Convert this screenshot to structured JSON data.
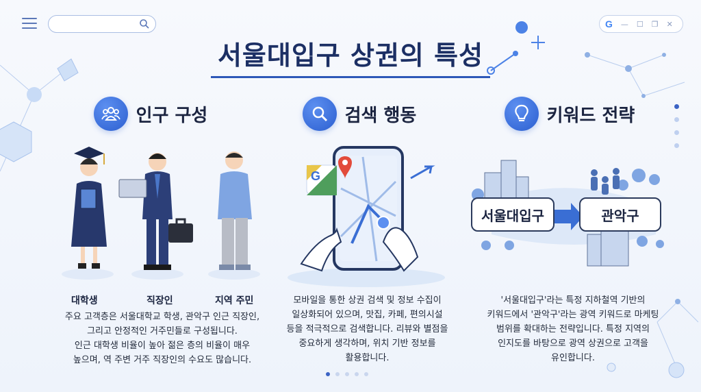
{
  "search": {
    "placeholder": ""
  },
  "browser": {
    "logo": "G",
    "controls": [
      "—",
      "☐",
      "❐",
      "✕"
    ]
  },
  "title": "서울대입구 상권의 특성",
  "columns": [
    {
      "id": "population",
      "title": "인구 구성",
      "icon": "people-icon",
      "people": [
        "대학생",
        "직장인",
        "지역 주민"
      ],
      "description": [
        "주요 고객층은 서울대학교 학생, 관악구 인근 직장인,",
        "그리고 안정적인 거주민들로 구성됩니다.",
        "인근 대학생 비율이 높아 젊은 층의 비율이 매우",
        "높으며, 역 주변 거주 직장인의 수요도 많습니다."
      ]
    },
    {
      "id": "search",
      "title": "검색 행동",
      "icon": "magnifier-icon",
      "maps_logo": "G",
      "description": [
        "모바일을 통한 상권 검색 및 정보 수집이",
        "일상화되어 있으며, 맛집, 카페, 편의시설",
        "등을 적극적으로 검색합니다. 리뷰와 별점을",
        "중요하게 생각하며, 위치 기반 정보를",
        "활용합니다."
      ]
    },
    {
      "id": "keyword",
      "title": "키워드 전략",
      "icon": "lightbulb-icon",
      "keyword_from": "서울대입구",
      "keyword_to": "관악구",
      "description": [
        "'서울대입구'라는 특정 지하철역 기반의",
        "키워드에서 '관악구'라는 광역 키워드로 마케팅",
        "범위를 확대하는 전략입니다. 특정 지역의",
        "인지도를 바탕으로 광역 상권으로 고객을",
        "유인합니다."
      ]
    }
  ],
  "pagination": {
    "count": 5,
    "active": 0
  },
  "side_nav": {
    "count": 4,
    "active": 0
  },
  "colors": {
    "accent": "#2c5fd0",
    "title": "#1c2f64",
    "underline": "#2d58b8"
  }
}
